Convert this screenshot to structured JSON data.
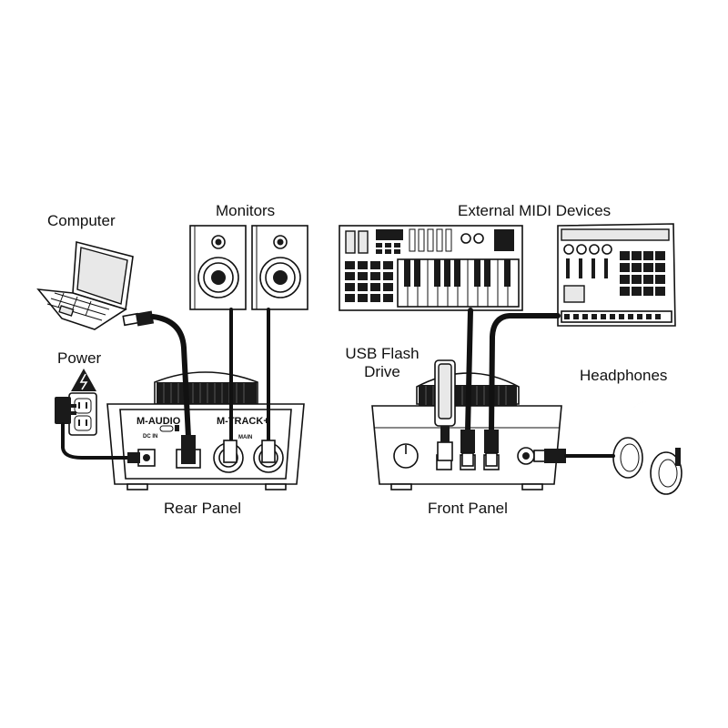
{
  "labels": {
    "computer": "Computer",
    "monitors": "Monitors",
    "external_midi": "External MIDI Devices",
    "power": "Power",
    "usb_flash_line1": "USB Flash",
    "usb_flash_line2": "Drive",
    "headphones": "Headphones",
    "rear_panel": "Rear Panel",
    "front_panel": "Front Panel"
  },
  "device_text": {
    "brand": "M-AUDIO",
    "model": "M-TRACK+",
    "main": "MAIN",
    "dc_in": "DC IN"
  }
}
